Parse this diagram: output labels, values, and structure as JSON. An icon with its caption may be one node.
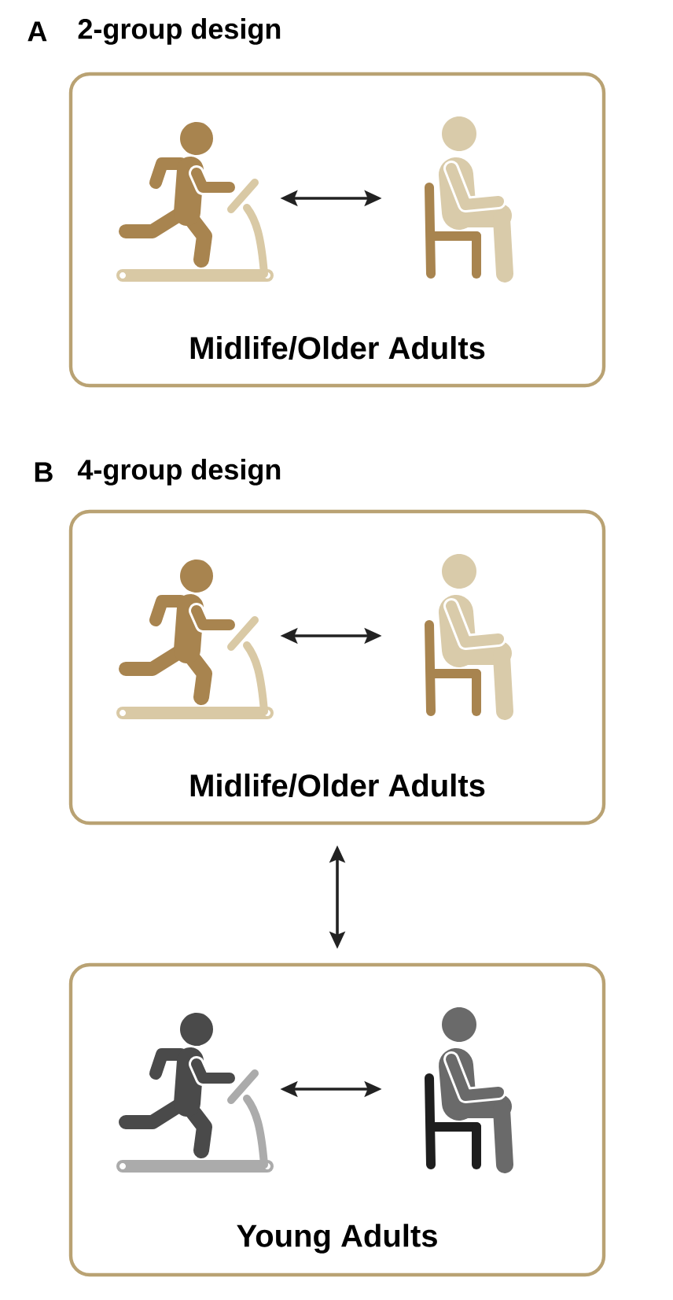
{
  "diagram": {
    "nodes": [
      {
        "text": [
          "Midlife/Older Adults"
        ]
      },
      {
        "text": [],
        "shape": "picture",
        "in": 0
      },
      {
        "text": [],
        "shape": "picture",
        "in": 0
      },
      {
        "text": [
          "Midlife/Older Adults"
        ]
      },
      {
        "text": [],
        "shape": "picture",
        "in": 3
      },
      {
        "text": [],
        "shape": "picture",
        "in": 3
      },
      {
        "text": [
          "Young Adults"
        ]
      },
      {
        "text": [],
        "shape": "picture",
        "in": 6
      },
      {
        "text": [],
        "shape": "picture",
        "in": 6
      }
    ],
    "edges": [
      {
        "from": 1,
        "to": 2,
        "arrow": "both"
      },
      {
        "from": 4,
        "to": 5,
        "arrow": "both"
      },
      {
        "from": 3,
        "to": 6,
        "arrow": "both"
      },
      {
        "from": 7,
        "to": 8,
        "arrow": "both"
      }
    ],
    "labels": [
      "A",
      "2-group design",
      "B",
      "4-group design"
    ]
  }
}
